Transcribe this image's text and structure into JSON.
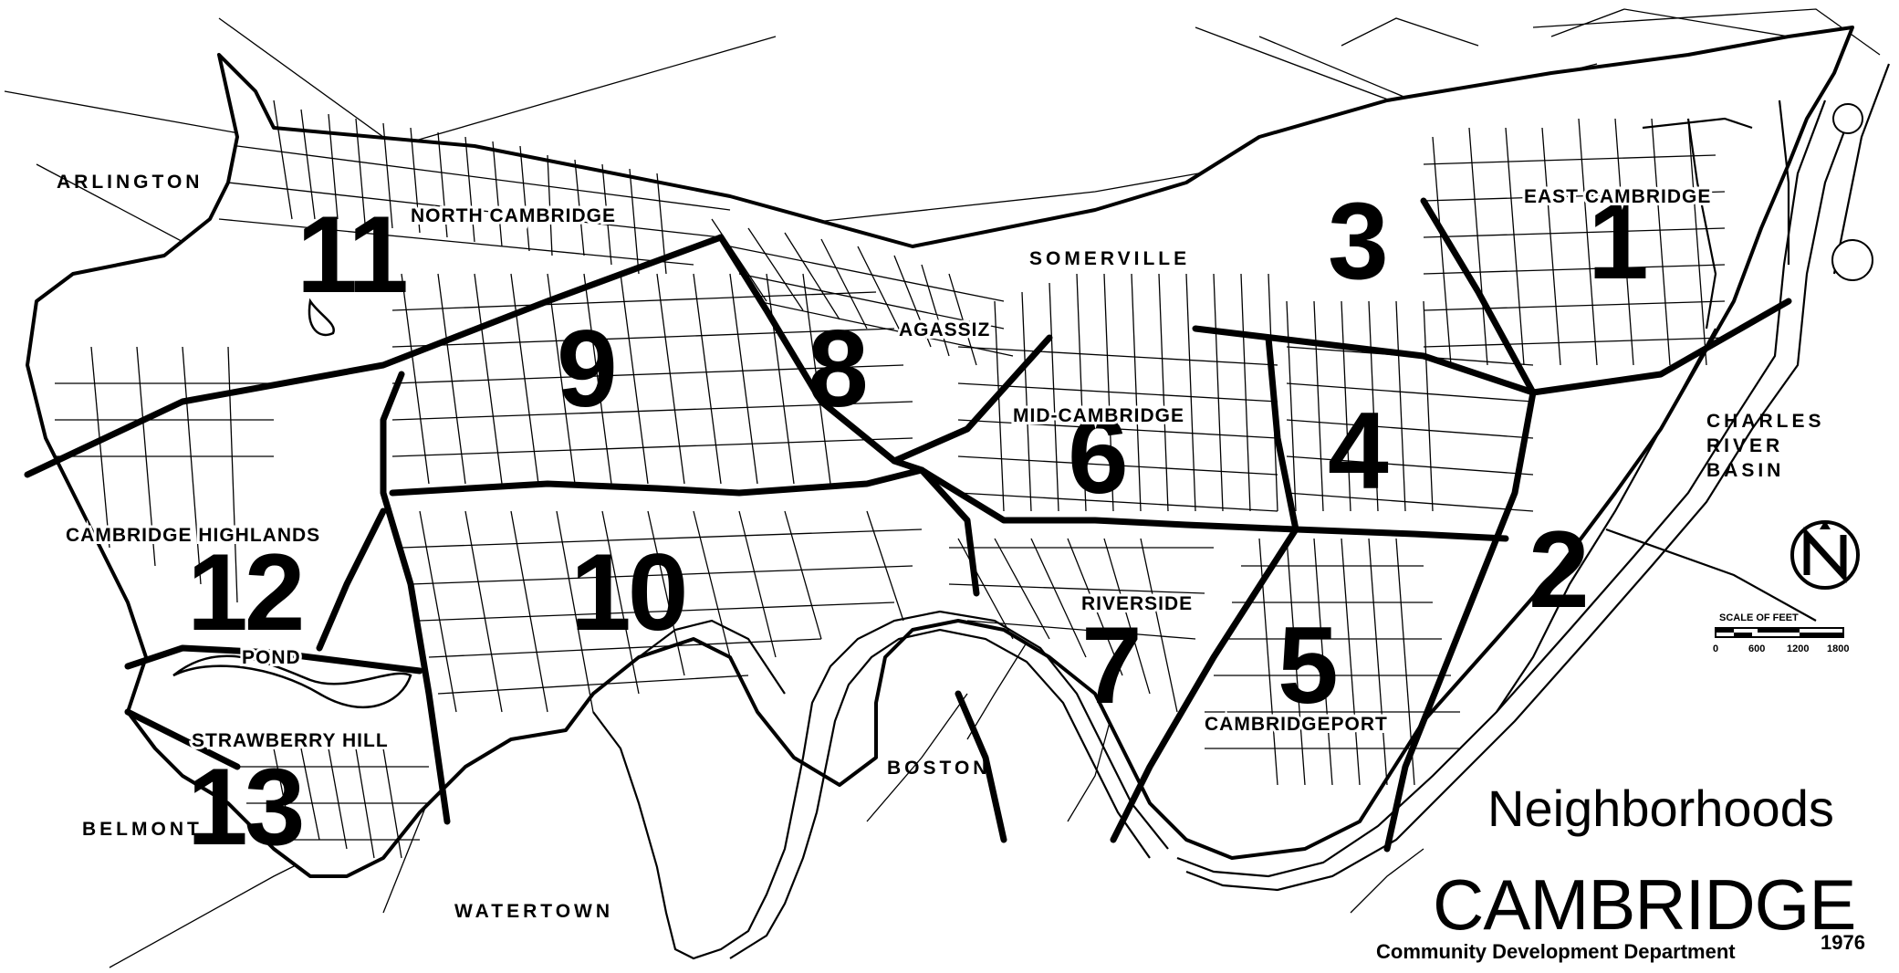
{
  "map": {
    "title": "Neighborhoods",
    "city": "CAMBRIDGE",
    "department": "Community Development Department",
    "year": "1976",
    "north_arrow_icon": "north-arrow-icon",
    "scale": {
      "title": "SCALE OF FEET",
      "ticks": [
        "0",
        "600",
        "1200",
        "1800"
      ]
    },
    "neighborhood_numbers": [
      "1",
      "2",
      "3",
      "4",
      "5",
      "6",
      "7",
      "8",
      "9",
      "10",
      "11",
      "12",
      "13"
    ],
    "neighborhood_names": {
      "east_cambridge": "EAST CAMBRIDGE",
      "north_cambridge": "NORTH CAMBRIDGE",
      "agassiz": "AGASSIZ",
      "mid_cambridge": "MID-CAMBRIDGE",
      "riverside": "RIVERSIDE",
      "cambridgeport": "CAMBRIDGEPORT",
      "cambridge_highlands": "CAMBRIDGE HIGHLANDS",
      "strawberry_hill": "STRAWBERRY HILL"
    },
    "surrounding": {
      "arlington": "ARLINGTON",
      "somerville": "SOMERVILLE",
      "charles_river_basin": [
        "CHARLES",
        "RIVER",
        "BASIN"
      ],
      "boston": "BOSTON",
      "watertown": "WATERTOWN",
      "belmont": "BELMONT"
    },
    "pond": "POND"
  }
}
